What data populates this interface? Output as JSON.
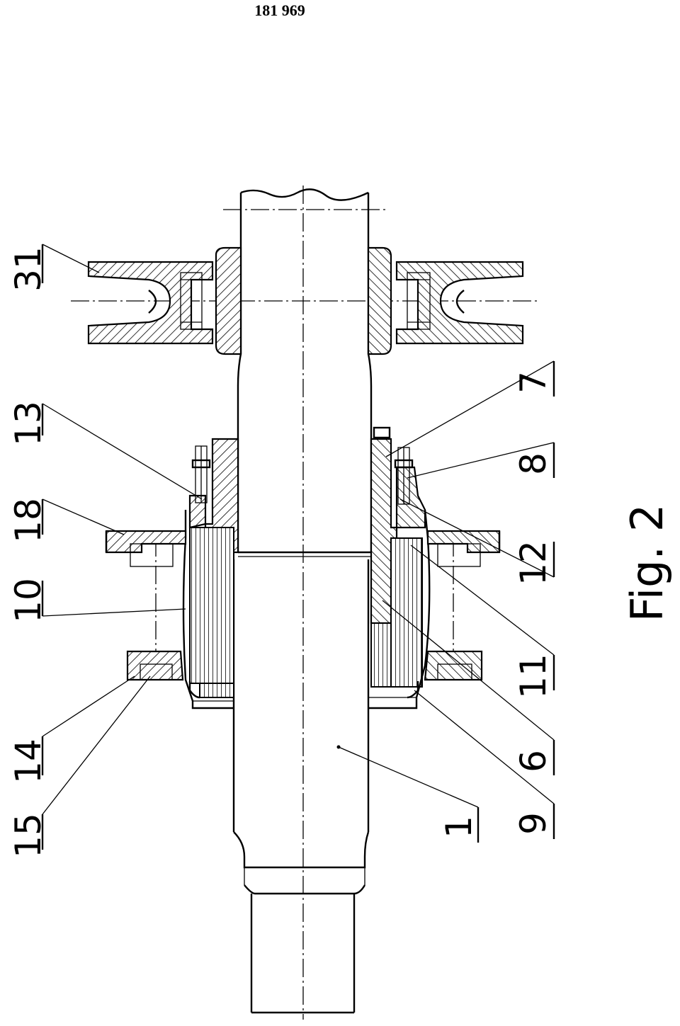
{
  "page_header": {
    "number": "181 969"
  },
  "figure": {
    "caption": "Fig. 2"
  },
  "reference_numerals": {
    "r31": "31",
    "r13": "13",
    "r18": "18",
    "r10": "10",
    "r14": "14",
    "r15": "15",
    "r7": "7",
    "r8": "8",
    "r12": "12",
    "r11": "11",
    "r6": "6",
    "r1": "1",
    "r9": "9"
  }
}
